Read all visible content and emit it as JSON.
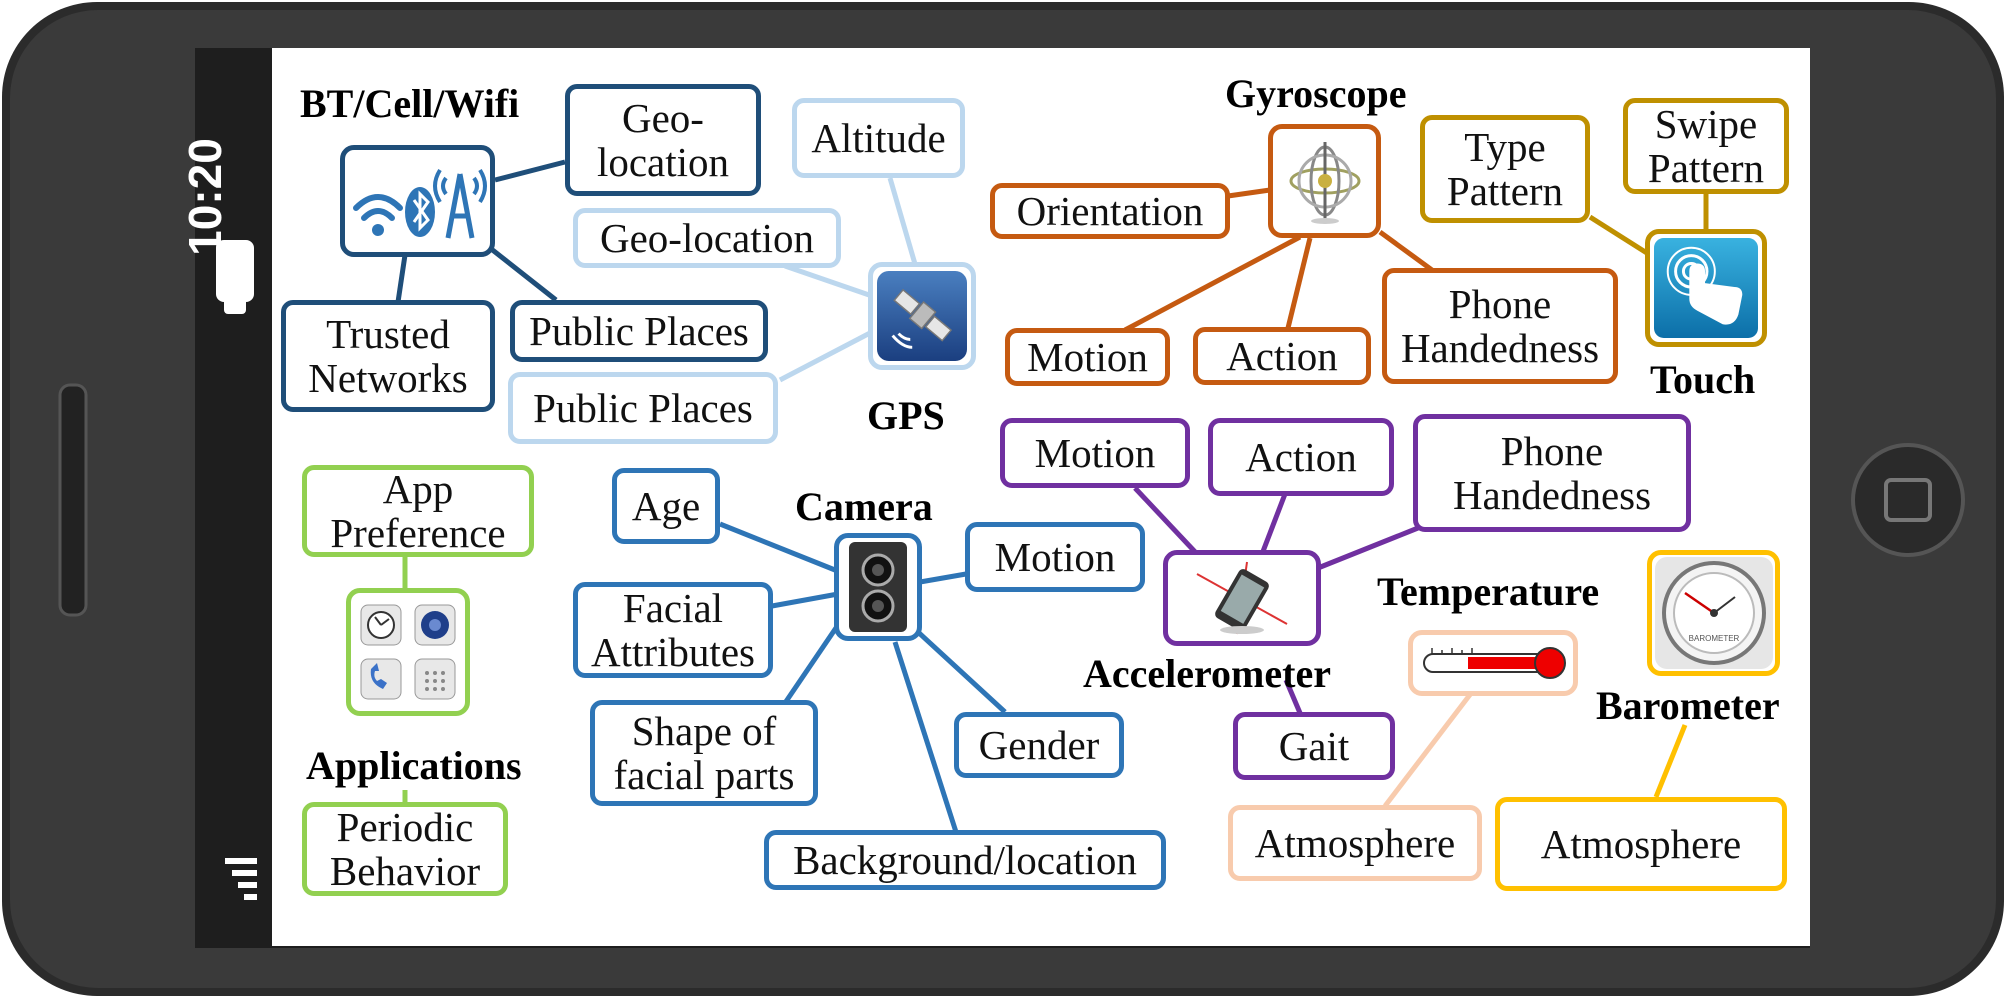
{
  "status_bar": {
    "time": "10:20"
  },
  "groups": {
    "bt": {
      "title": "BT/Cell/Wifi",
      "items": [
        "Geo-\nlocation",
        "Trusted\nNetworks",
        "Public Places"
      ]
    },
    "gps": {
      "title": "GPS",
      "items": [
        "Altitude",
        "Geo-location",
        "Public Places"
      ]
    },
    "gyroscope": {
      "title": "Gyroscope",
      "items": [
        "Orientation",
        "Motion",
        "Action",
        "Phone\nHandedness"
      ]
    },
    "touch": {
      "title": "Touch",
      "items": [
        "Type\nPattern",
        "Swipe\nPattern"
      ]
    },
    "camera": {
      "title": "Camera",
      "items": [
        "Age",
        "Facial\nAttributes",
        "Shape of\nfacial parts",
        "Motion",
        "Gender",
        "Background/location"
      ]
    },
    "accelerometer": {
      "title": "Accelerometer",
      "items": [
        "Motion",
        "Action",
        "Phone\nHandedness",
        "Gait"
      ]
    },
    "applications": {
      "title": "Applications",
      "items": [
        "App\nPreference",
        "Periodic\nBehavior"
      ]
    },
    "temperature": {
      "title": "Temperature",
      "items": [
        "Atmosphere"
      ]
    },
    "barometer": {
      "title": "Barometer",
      "items": [
        "Atmosphere"
      ]
    }
  },
  "colors": {
    "bt": "#1f4e79",
    "gps": "#bcd7ee",
    "gyroscope": "#c55a11",
    "touch": "#bf9000",
    "camera": "#2e75b6",
    "accelerometer": "#7030a0",
    "applications": "#92d050",
    "temperature": "#f8cbad",
    "barometer": "#ffc000"
  },
  "icons": {
    "bt": "wifi-bluetooth-cell-icon",
    "gps": "satellite-icon",
    "gyroscope": "gyroscope-icon",
    "touch": "touch-hand-icon",
    "camera": "camera-icon",
    "accelerometer": "accelerometer-phone-icon",
    "applications": "app-grid-icon",
    "temperature": "thermometer-icon",
    "barometer": "barometer-gauge-icon"
  },
  "barometer_dial_label": "BAROMETER"
}
